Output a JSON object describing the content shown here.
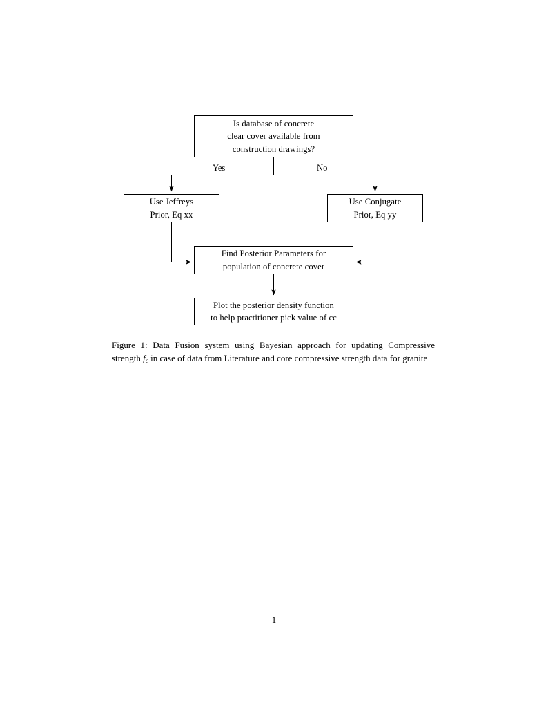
{
  "document": {
    "page_number": "1",
    "background_color": "#ffffff",
    "ink_color": "#000000"
  },
  "figure": {
    "id": "figure-1",
    "caption_prefix": "Figure 1:",
    "caption_text": "Figure 1: Data Fusion system using Bayesian approach for updating Compressive strength f_c in case of data from Literature and core compressive strength data for granite",
    "caption_part_1": "Figure 1: Data Fusion system using Bayesian approach for updating Compressive strength ",
    "caption_symbol": "f",
    "caption_symbol_subscript": "c",
    "caption_part_2": " in case of data from Literature and core compressive strength data for granite",
    "diagram": {
      "type": "flowchart",
      "orientation": "top-down",
      "line_color": "#000000",
      "fill_color": "#ffffff",
      "nodes": [
        {
          "id": "decision",
          "role": "decision",
          "lines": [
            "Is database of concrete",
            "clear cover available from",
            "construction drawings?"
          ]
        },
        {
          "id": "jeffreys",
          "role": "process",
          "lines": [
            "Use Jeffreys",
            "Prior, Eq xx"
          ]
        },
        {
          "id": "conjugate",
          "role": "process",
          "lines": [
            "Use Conjugate",
            "Prior, Eq yy"
          ]
        },
        {
          "id": "posterior",
          "role": "process",
          "lines": [
            "Find Posterior Parameters for",
            "population of concrete cover"
          ]
        },
        {
          "id": "plot",
          "role": "process",
          "lines": [
            "Plot the posterior density function",
            "to help practitioner pick value of cc"
          ]
        }
      ],
      "edges": [
        {
          "id": "decision-to-jeffreys",
          "from": "decision",
          "to": "jeffreys",
          "label": "Yes"
        },
        {
          "id": "decision-to-conjugate",
          "from": "decision",
          "to": "conjugate",
          "label": "No"
        },
        {
          "id": "jeffreys-to-posterior",
          "from": "jeffreys",
          "to": "posterior",
          "label": ""
        },
        {
          "id": "conjugate-to-posterior",
          "from": "conjugate",
          "to": "posterior",
          "label": ""
        },
        {
          "id": "posterior-to-plot",
          "from": "posterior",
          "to": "plot",
          "label": ""
        }
      ]
    }
  }
}
